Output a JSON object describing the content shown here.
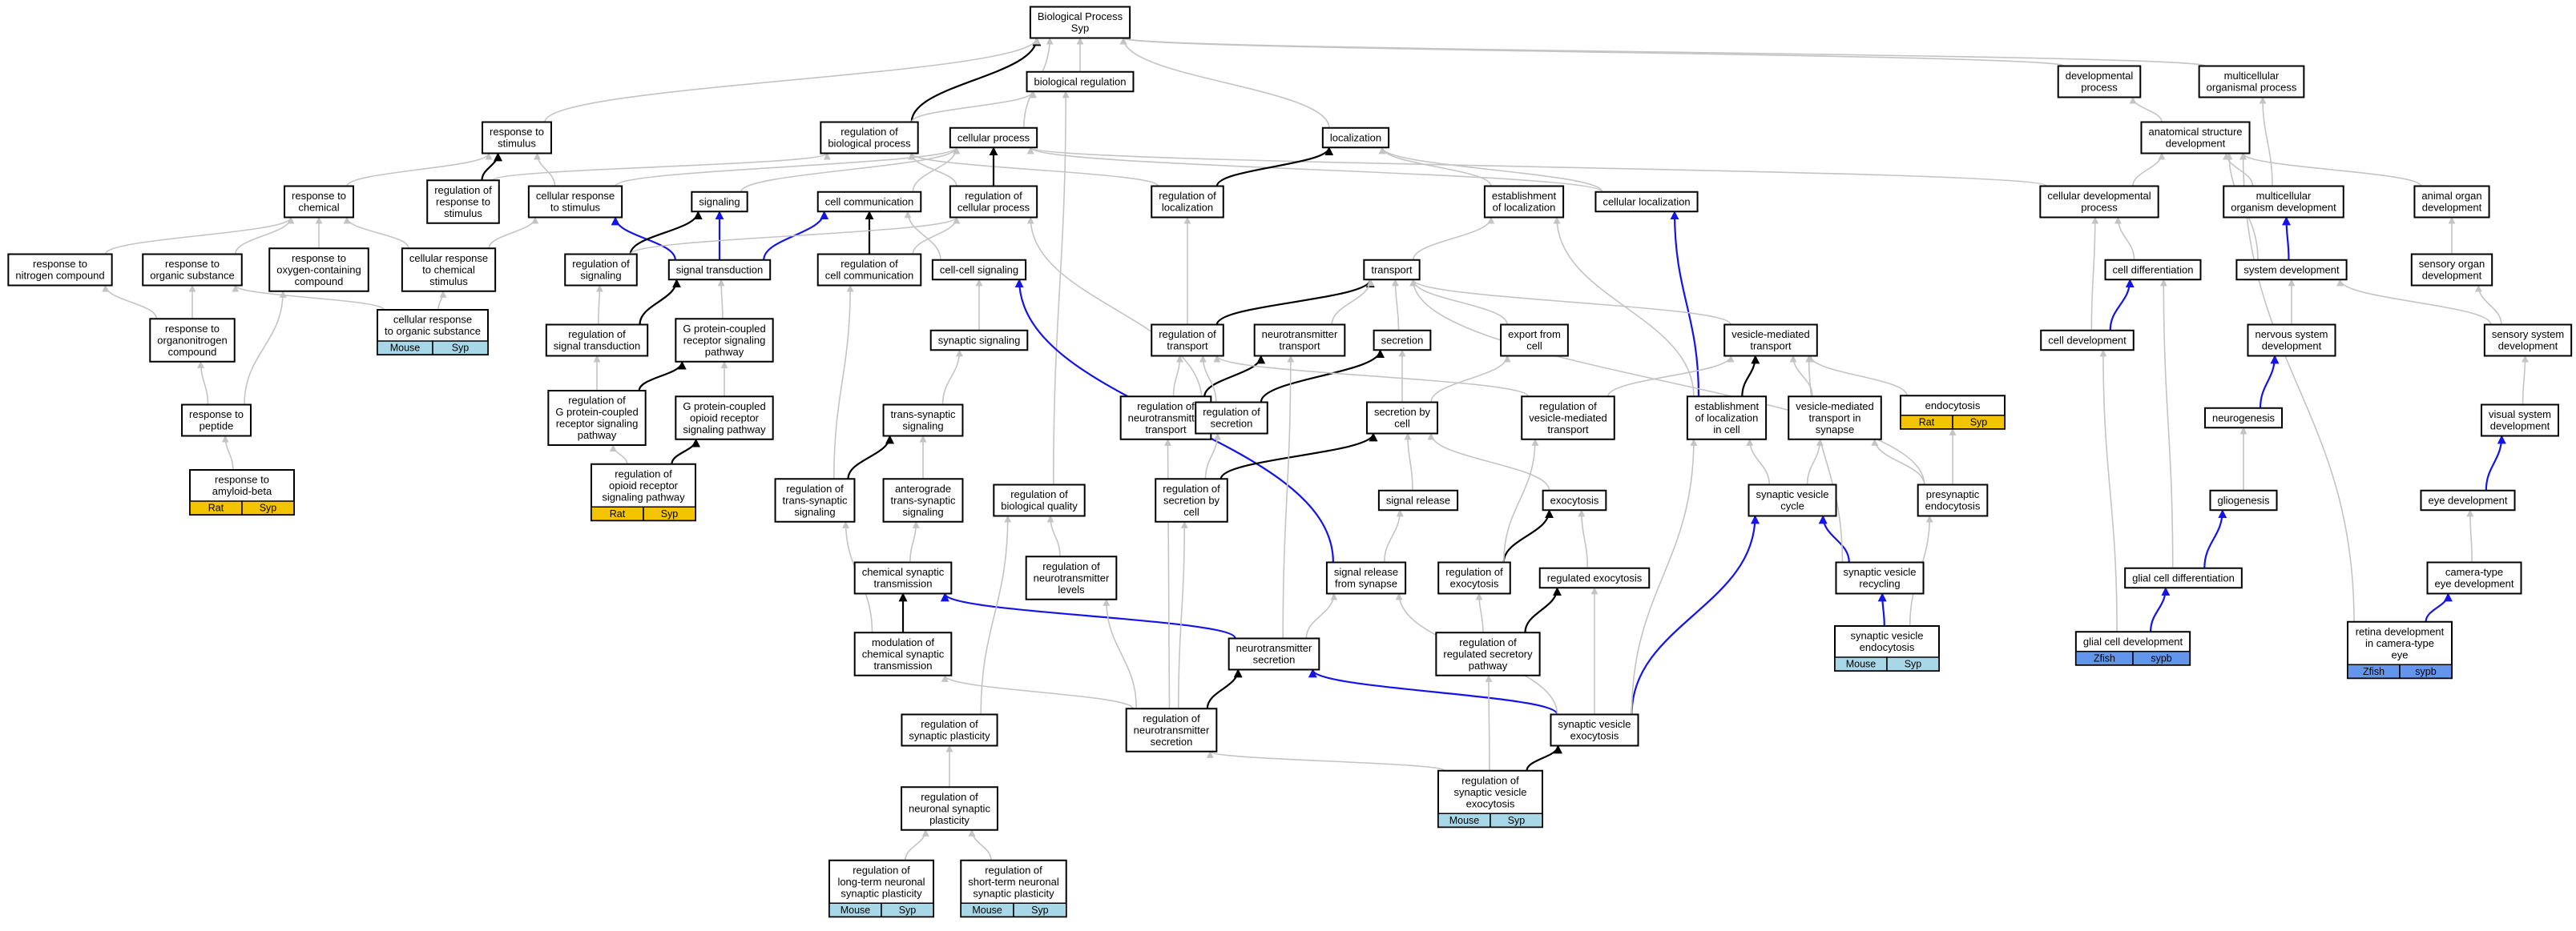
{
  "colors": {
    "rat": "#f5c400",
    "mouse": "#a8d8e8",
    "zfish": "#6495ed",
    "edge_gray": "#c4c4c4",
    "edge_black": "#000000",
    "edge_blue": "#1414e6"
  },
  "nodes": {
    "bp": {
      "lines": [
        "Biological Process",
        "Syp"
      ]
    },
    "bioreg": {
      "lines": [
        "biological regulation"
      ]
    },
    "devproc": {
      "lines": [
        "developmental",
        "process"
      ]
    },
    "multiorg": {
      "lines": [
        "multicellular",
        "organismal process"
      ]
    },
    "resp_stim": {
      "lines": [
        "response to",
        "stimulus"
      ]
    },
    "reg_bp": {
      "lines": [
        "regulation of",
        "biological process"
      ]
    },
    "cellproc": {
      "lines": [
        "cellular process"
      ]
    },
    "localization": {
      "lines": [
        "localization"
      ]
    },
    "anat": {
      "lines": [
        "anatomical structure",
        "development"
      ]
    },
    "resp_chem": {
      "lines": [
        "response to",
        "chemical"
      ]
    },
    "reg_resp_stim": {
      "lines": [
        "regulation of",
        "response to",
        "stimulus"
      ]
    },
    "cell_resp_stim": {
      "lines": [
        "cellular response",
        "to stimulus"
      ]
    },
    "signaling": {
      "lines": [
        "signaling"
      ]
    },
    "cellcomm": {
      "lines": [
        "cell communication"
      ]
    },
    "reg_cellproc": {
      "lines": [
        "regulation of",
        "cellular process"
      ]
    },
    "reg_loc": {
      "lines": [
        "regulation of",
        "localization"
      ]
    },
    "estab_loc": {
      "lines": [
        "establishment",
        "of localization"
      ]
    },
    "cell_loc": {
      "lines": [
        "cellular localization"
      ]
    },
    "celldevproc": {
      "lines": [
        "cellular developmental",
        "process"
      ]
    },
    "multidev": {
      "lines": [
        "multicellular",
        "organism development"
      ]
    },
    "animal_organ": {
      "lines": [
        "animal organ",
        "development"
      ]
    },
    "resp_nitro": {
      "lines": [
        "response to",
        "nitrogen compound"
      ]
    },
    "resp_org": {
      "lines": [
        "response to",
        "organic substance"
      ]
    },
    "resp_oxy": {
      "lines": [
        "response to",
        "oxygen-containing",
        "compound"
      ]
    },
    "cell_resp_chem": {
      "lines": [
        "cellular response",
        "to chemical",
        "stimulus"
      ]
    },
    "reg_signaling": {
      "lines": [
        "regulation of",
        "signaling"
      ]
    },
    "sigtrans": {
      "lines": [
        "signal transduction"
      ]
    },
    "reg_cellcomm": {
      "lines": [
        "regulation of",
        "cell communication"
      ]
    },
    "cellcell": {
      "lines": [
        "cell-cell signaling"
      ]
    },
    "transport": {
      "lines": [
        "transport"
      ]
    },
    "celldiff": {
      "lines": [
        "cell differentiation"
      ]
    },
    "sysdev": {
      "lines": [
        "system development"
      ]
    },
    "sensory_organ": {
      "lines": [
        "sensory organ",
        "development"
      ]
    },
    "resp_orgnitro": {
      "lines": [
        "response to",
        "organonitrogen",
        "compound"
      ]
    },
    "cell_resp_org": {
      "lines": [
        "cellular response",
        "to organic substance"
      ],
      "tag": [
        "Mouse",
        "Syp"
      ],
      "species": "mouse"
    },
    "reg_sigtrans": {
      "lines": [
        "regulation of",
        "signal transduction"
      ]
    },
    "gpcr": {
      "lines": [
        "G protein-coupled",
        "receptor signaling",
        "pathway"
      ]
    },
    "synsig": {
      "lines": [
        "synaptic signaling"
      ]
    },
    "reg_transport": {
      "lines": [
        "regulation of",
        "transport"
      ]
    },
    "nt_transport": {
      "lines": [
        "neurotransmitter",
        "transport"
      ]
    },
    "secretion": {
      "lines": [
        "secretion"
      ]
    },
    "export": {
      "lines": [
        "export from",
        "cell"
      ]
    },
    "vesmed": {
      "lines": [
        "vesicle-mediated",
        "transport"
      ]
    },
    "celldev": {
      "lines": [
        "cell development"
      ]
    },
    "nsdev": {
      "lines": [
        "nervous system",
        "development"
      ]
    },
    "sensory_sys": {
      "lines": [
        "sensory system",
        "development"
      ]
    },
    "resp_pep": {
      "lines": [
        "response to",
        "peptide"
      ]
    },
    "reg_gpcr": {
      "lines": [
        "regulation of",
        "G protein-coupled",
        "receptor signaling",
        "pathway"
      ]
    },
    "opioid": {
      "lines": [
        "G protein-coupled",
        "opioid receptor",
        "signaling pathway"
      ]
    },
    "transsyn": {
      "lines": [
        "trans-synaptic",
        "signaling"
      ]
    },
    "reg_nt_transport": {
      "lines": [
        "regulation of",
        "neurotransmitter",
        "transport"
      ]
    },
    "reg_secretion": {
      "lines": [
        "regulation of",
        "secretion"
      ]
    },
    "sec_by_cell": {
      "lines": [
        "secretion by",
        "cell"
      ]
    },
    "reg_vesmed": {
      "lines": [
        "regulation of",
        "vesicle-mediated",
        "transport"
      ]
    },
    "estab_loc_cell": {
      "lines": [
        "establishment",
        "of localization",
        "in cell"
      ]
    },
    "vesmed_syn": {
      "lines": [
        "vesicle-mediated",
        "transport in",
        "synapse"
      ]
    },
    "endocytosis": {
      "lines": [
        "endocytosis"
      ],
      "tag": [
        "Rat",
        "Syp"
      ],
      "species": "rat"
    },
    "neurogenesis": {
      "lines": [
        "neurogenesis"
      ]
    },
    "visual": {
      "lines": [
        "visual system",
        "development"
      ]
    },
    "amyloid": {
      "lines": [
        "response to",
        "amyloid-beta"
      ],
      "tag": [
        "Rat",
        "Syp"
      ],
      "species": "rat"
    },
    "reg_opioid": {
      "lines": [
        "regulation of",
        "opioid receptor",
        "signaling pathway"
      ],
      "tag": [
        "Rat",
        "Syp"
      ],
      "species": "rat"
    },
    "antero": {
      "lines": [
        "anterograde",
        "trans-synaptic",
        "signaling"
      ]
    },
    "reg_transsyn": {
      "lines": [
        "regulation of",
        "trans-synaptic",
        "signaling"
      ]
    },
    "reg_bioqual": {
      "lines": [
        "regulation of",
        "biological quality"
      ]
    },
    "reg_sec_cell": {
      "lines": [
        "regulation of",
        "secretion by",
        "cell"
      ]
    },
    "sigrel": {
      "lines": [
        "signal release"
      ]
    },
    "exocytosis": {
      "lines": [
        "exocytosis"
      ]
    },
    "svcycle": {
      "lines": [
        "synaptic vesicle",
        "cycle"
      ]
    },
    "presyn_endo": {
      "lines": [
        "presynaptic",
        "endocytosis"
      ]
    },
    "gliogenesis": {
      "lines": [
        "gliogenesis"
      ]
    },
    "eyedev": {
      "lines": [
        "eye development"
      ]
    },
    "chemsyn": {
      "lines": [
        "chemical synaptic",
        "transmission"
      ]
    },
    "reg_ntlevels": {
      "lines": [
        "regulation of",
        "neurotransmitter",
        "levels"
      ]
    },
    "sigrel_syn": {
      "lines": [
        "signal release",
        "from synapse"
      ]
    },
    "reg_exo": {
      "lines": [
        "regulation of",
        "exocytosis"
      ]
    },
    "regexo": {
      "lines": [
        "regulated exocytosis"
      ]
    },
    "svrecyc": {
      "lines": [
        "synaptic vesicle",
        "recycling"
      ]
    },
    "glialdiff": {
      "lines": [
        "glial cell differentiation"
      ]
    },
    "camera": {
      "lines": [
        "camera-type",
        "eye development"
      ]
    },
    "modchem": {
      "lines": [
        "modulation of",
        "chemical synaptic",
        "transmission"
      ]
    },
    "ntsec": {
      "lines": [
        "neurotransmitter",
        "secretion"
      ]
    },
    "reg_regsec": {
      "lines": [
        "regulation of",
        "regulated secretory",
        "pathway"
      ]
    },
    "sv_endo": {
      "lines": [
        "synaptic vesicle",
        "endocytosis"
      ],
      "tag": [
        "Mouse",
        "Syp"
      ],
      "species": "mouse"
    },
    "glialdev": {
      "lines": [
        "glial cell development"
      ],
      "tag": [
        "Zfish",
        "sypb"
      ],
      "species": "zfish"
    },
    "retina": {
      "lines": [
        "retina development",
        "in camera-type",
        "eye"
      ],
      "tag": [
        "Zfish",
        "sypb"
      ],
      "species": "zfish"
    },
    "reg_synplast": {
      "lines": [
        "regulation of",
        "synaptic plasticity"
      ]
    },
    "reg_ntsec": {
      "lines": [
        "regulation of",
        "neurotransmitter",
        "secretion"
      ]
    },
    "svexo": {
      "lines": [
        "synaptic vesicle",
        "exocytosis"
      ]
    },
    "reg_neuroplast": {
      "lines": [
        "regulation of",
        "neuronal synaptic",
        "plasticity"
      ]
    },
    "reg_svexo": {
      "lines": [
        "regulation of",
        "synaptic vesicle",
        "exocytosis"
      ],
      "tag": [
        "Mouse",
        "Syp"
      ],
      "species": "mouse"
    },
    "ltp": {
      "lines": [
        "regulation of",
        "long-term neuronal",
        "synaptic plasticity"
      ],
      "tag": [
        "Mouse",
        "Syp"
      ],
      "species": "mouse"
    },
    "stp": {
      "lines": [
        "regulation of",
        "short-term neuronal",
        "synaptic plasticity"
      ],
      "tag": [
        "Mouse",
        "Syp"
      ],
      "species": "mouse"
    }
  }
}
